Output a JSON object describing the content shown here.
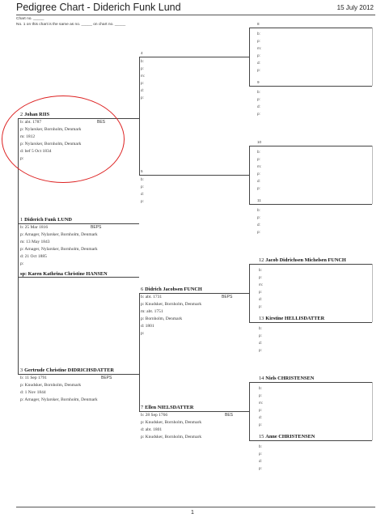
{
  "header": {
    "title": "Pedigree Chart - Diderich Funk Lund",
    "date": "15 July 2012",
    "chart_no": "Chart no. _____",
    "same_as": "No. 1 on this chart is the same as no. _____ on chart no. _____"
  },
  "footer": {
    "page": "1"
  },
  "gen1": {
    "num": "1",
    "name": "Diderich Funk LUND",
    "sid": "BEPS",
    "b": "b: 25 Mar 1816",
    "bp": "p: Arnager, Nylarsker, Bornholm, Denmark",
    "m": "m: 13 May 1843",
    "mp": "p: Arnager, Nylarsker, Bornholm, Denmark",
    "d": "d: 21 Oct 1885",
    "dp": "p:",
    "spouse": "sp: Karen Kathrina Christine HANSEN"
  },
  "p2": {
    "num": "2",
    "name": "Johan RIIS",
    "sid": "BES",
    "b": "b: abt. 1787",
    "bp": "p: Nylarsker, Bornholm, Denmark",
    "m": "m: 1812",
    "mp": "p: Nylarsker, Bornholm, Denmark",
    "d": "d: bef 5 Oct 1834",
    "dp": "p:"
  },
  "p3": {
    "num": "3",
    "name": "Gertrude Christine DIDRICHSDATTER",
    "sid": "BEPS",
    "b": "b: 11 Sep 1791",
    "bp": "p: Knudsker, Bornholm, Denmark",
    "d": "d: 1 Nov 1844",
    "dp": "p: Arnager, Nylarsker, Bornholm, Denmark"
  },
  "p4": {
    "num": "4",
    "b": "b:",
    "bp": "p:",
    "m": "m:",
    "mp": "p:",
    "d": "d:",
    "dp": "p:"
  },
  "p5": {
    "num": "5",
    "b": "b:",
    "bp": "p:",
    "d": "d:",
    "dp": "p:"
  },
  "p6": {
    "num": "6",
    "name": "Didrich Jacobsen FUNCH",
    "sid": "BEPS",
    "b": "b: abt. 1731",
    "bp": "p: Knudsker, Bornholm, Denmark",
    "m": "m: abt. 1751",
    "mp": "p: Bornholm, Denmark",
    "d": "d: 1801",
    "dp": "p:"
  },
  "p7": {
    "num": "7",
    "name": "Ellen NIELSDATTER",
    "sid": "BES",
    "b": "b: 28 Sep 1766",
    "bp": "p: Knudsker, Bornholm, Denmark",
    "d": "d: abt. 1801",
    "dp": "p: Knudsker, Bornholm, Denmark"
  },
  "gen4": [
    {
      "num": "8",
      "name": "",
      "lines": [
        "b:",
        "p:",
        "m:",
        "p:",
        "d:",
        "p:"
      ]
    },
    {
      "num": "9",
      "name": "",
      "lines": [
        "b:",
        "p:",
        "d:",
        "p:"
      ]
    },
    {
      "num": "10",
      "name": "",
      "lines": [
        "b:",
        "p:",
        "m:",
        "p:",
        "d:",
        "p:"
      ]
    },
    {
      "num": "11",
      "name": "",
      "lines": [
        "b:",
        "p:",
        "d:",
        "p:"
      ]
    },
    {
      "num": "12",
      "name": "Jacob Didrichsen Michelsen FUNCH",
      "lines": [
        "b:",
        "p:",
        "m:",
        "p:",
        "d:",
        "p:"
      ]
    },
    {
      "num": "13",
      "name": "Kirstine HELLISDATTER",
      "lines": [
        "b:",
        "p:",
        "d:",
        "p:"
      ]
    },
    {
      "num": "14",
      "name": "Niels CHRISTENSEN",
      "lines": [
        "b:",
        "p:",
        "m:",
        "p:",
        "d:",
        "p:"
      ]
    },
    {
      "num": "15",
      "name": "Anne CHRISTENSEN",
      "lines": [
        "b:",
        "p:",
        "d:",
        "p:"
      ]
    }
  ]
}
